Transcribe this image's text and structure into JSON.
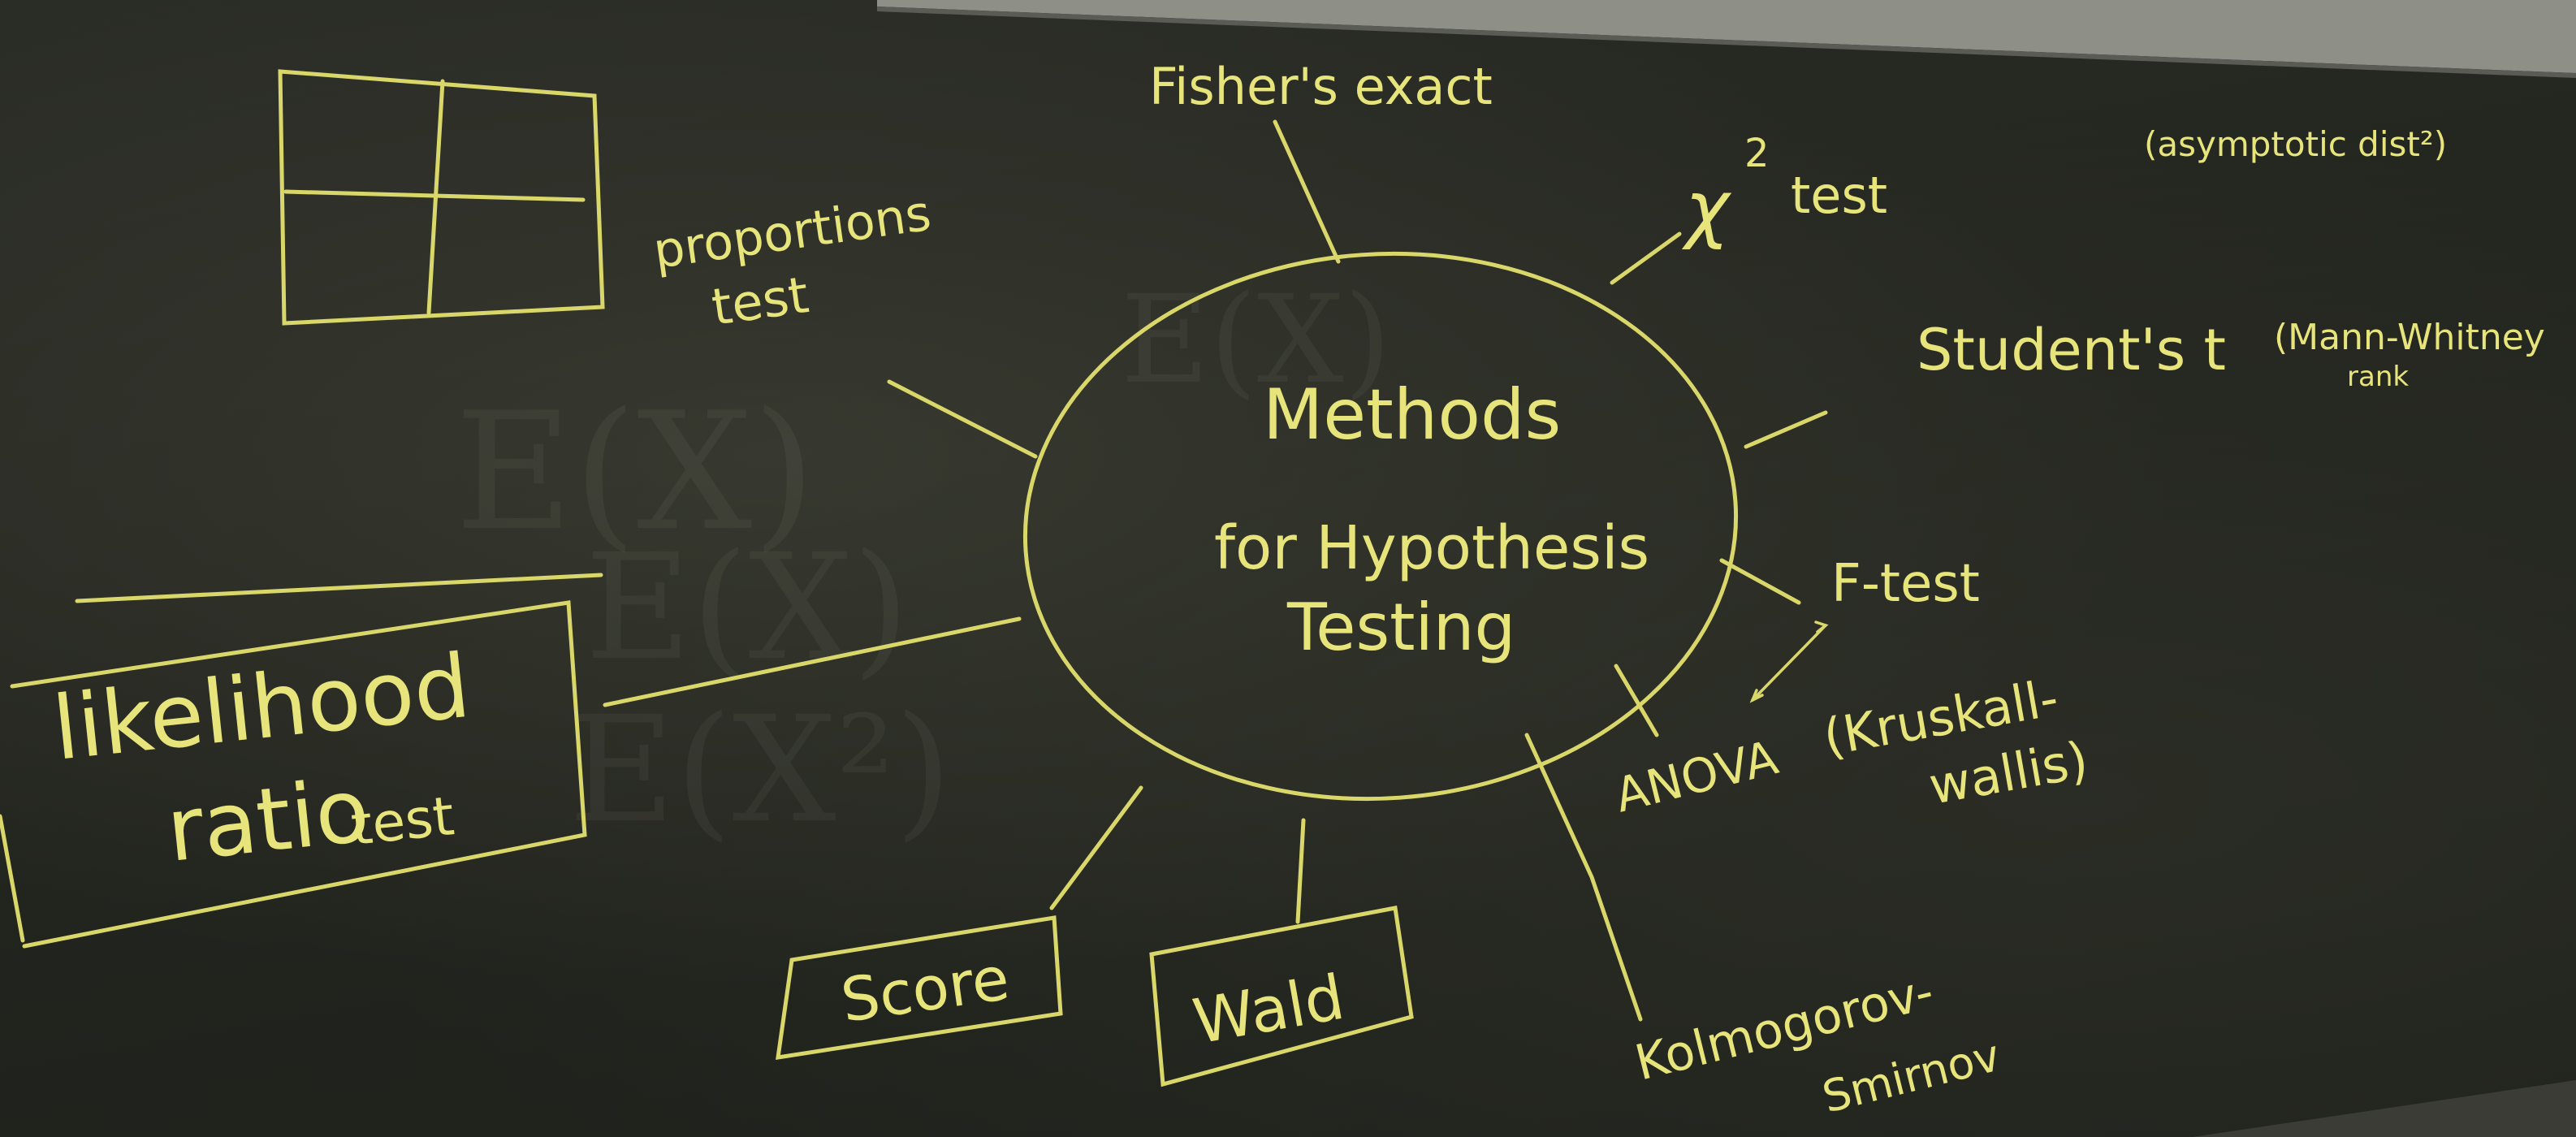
{
  "board": {
    "center": {
      "line1": "Methods",
      "line2": "for Hypothesis",
      "line3": "Testing"
    },
    "methods": {
      "fishers_exact": "Fisher's exact",
      "chi_square_symbol": "χ",
      "chi_square_exponent": "2",
      "chi_square_rest": "test",
      "asymptotic_note": "(asymptotic dist²)",
      "students_t": "Student's t",
      "mann_whitney_line1": "(Mann-Whitney",
      "mann_whitney_line2": "rank",
      "f_test": "F-test",
      "anova": "ANOVA",
      "kruskal_line1": "(Kruskall-",
      "kruskal_line2": "wallis)",
      "kolmogorov_line1": "Kolmogorov-",
      "kolmogorov_line2": "Smirnov",
      "wald": "Wald",
      "score": "Score",
      "lrt_line1": "likelihood",
      "lrt_line2": "ratio",
      "lrt_line3": "test",
      "proportions_line1": "proportions",
      "proportions_line2": "test"
    },
    "ghost_marks": [
      "E(X)",
      "E(X)",
      "E(X²)",
      "E(X)"
    ],
    "colors": {
      "chalk": "#e6e47a",
      "board": "#23251f"
    }
  }
}
